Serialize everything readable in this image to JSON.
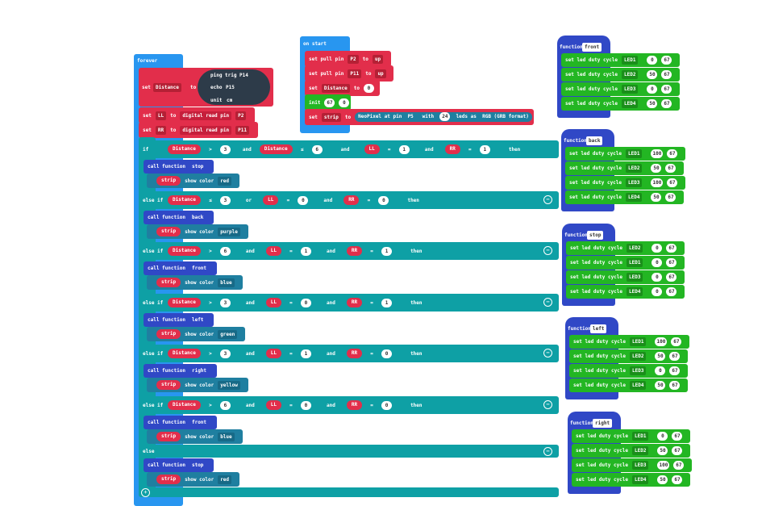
{
  "forever": {
    "label": "forever"
  },
  "on_start": {
    "label": "on start",
    "pull1": {
      "text": "set pull pin",
      "pin": "P2",
      "to": "to",
      "mode": "up"
    },
    "pull2": {
      "text": "set pull pin",
      "pin": "P11",
      "to": "to",
      "mode": "up"
    },
    "set_distance": {
      "text": "set",
      "var": "Distance",
      "to": "to",
      "val": "0"
    },
    "init": {
      "text": "init",
      "a": "67",
      "b": "0"
    },
    "set_strip": {
      "text": "set",
      "var": "strip",
      "to": "to",
      "neo": "NeoPixel at pin",
      "pin": "P5",
      "with": "with",
      "count": "24",
      "leds": "leds as",
      "mode": "RGB (GRB format)"
    }
  },
  "forever_body": {
    "set_dist": {
      "set": "set",
      "var": "Distance",
      "to": "to",
      "ping": "ping trig",
      "trig": "P14",
      "echo_l": "echo",
      "echo": "P15",
      "unit_l": "unit",
      "unit": "cm"
    },
    "set_ll": {
      "set": "set",
      "var": "LL",
      "to": "to",
      "read": "digital read pin",
      "pin": "P2"
    },
    "set_rr": {
      "set": "set",
      "var": "RR",
      "to": "to",
      "read": "digital read pin",
      "pin": "P11"
    }
  },
  "conditions": [
    {
      "kw": "if",
      "d": "Distance",
      "op1": ">",
      "v1": "3",
      "and1": "and",
      "d2": "Distance",
      "op2": "≤",
      "v2": "6",
      "and2": "and",
      "ll": "LL",
      "op3": "=",
      "v3": "1",
      "and3": "and",
      "rr": "RR",
      "op4": "=",
      "v4": "1",
      "then": "then",
      "call": "call function",
      "fn": "stop",
      "strip": "strip",
      "show": "show color",
      "color": "red"
    },
    {
      "kw": "else if",
      "d": "Distance",
      "op1": "≤",
      "v1": "3",
      "or": "or",
      "ll": "LL",
      "op2": "=",
      "v2": "0",
      "and": "and",
      "rr": "RR",
      "op3": "=",
      "v3": "0",
      "then": "then",
      "call": "call function",
      "fn": "back",
      "strip": "strip",
      "show": "show color",
      "color": "purple"
    },
    {
      "kw": "else if",
      "d": "Distance",
      "op1": ">",
      "v1": "6",
      "and1": "and",
      "ll": "LL",
      "op2": "=",
      "v2": "1",
      "and2": "and",
      "rr": "RR",
      "op3": "=",
      "v3": "1",
      "then": "then",
      "call": "call function",
      "fn": "front",
      "strip": "strip",
      "show": "show color",
      "color": "blue"
    },
    {
      "kw": "else if",
      "d": "Distance",
      "op1": ">",
      "v1": "3",
      "and1": "and",
      "ll": "LL",
      "op2": "=",
      "v2": "0",
      "and2": "and",
      "rr": "RR",
      "op3": "=",
      "v3": "1",
      "then": "then",
      "call": "call function",
      "fn": "left",
      "strip": "strip",
      "show": "show color",
      "color": "green"
    },
    {
      "kw": "else if",
      "d": "Distance",
      "op1": ">",
      "v1": "3",
      "and1": "and",
      "ll": "LL",
      "op2": "=",
      "v2": "1",
      "and2": "and",
      "rr": "RR",
      "op3": "=",
      "v3": "0",
      "then": "then",
      "call": "call function",
      "fn": "right",
      "strip": "strip",
      "show": "show color",
      "color": "yellow"
    },
    {
      "kw": "else if",
      "d": "Distance",
      "op1": ">",
      "v1": "6",
      "and1": "and",
      "ll": "LL",
      "op2": "=",
      "v2": "0",
      "and2": "and",
      "rr": "RR",
      "op3": "=",
      "v3": "0",
      "then": "then",
      "call": "call function",
      "fn": "front",
      "strip": "strip",
      "show": "show color",
      "color": "blue"
    },
    {
      "kw": "else",
      "call": "call function",
      "fn": "stop",
      "strip": "strip",
      "show": "show color",
      "color": "red"
    }
  ],
  "functions": [
    {
      "kw": "function",
      "name": "front",
      "rows": [
        {
          "t": "set led duty cycle",
          "led": "LED1",
          "a": "0",
          "b": "67"
        },
        {
          "t": "set led duty cycle",
          "led": "LED2",
          "a": "50",
          "b": "67"
        },
        {
          "t": "set led duty cycle",
          "led": "LED3",
          "a": "0",
          "b": "67"
        },
        {
          "t": "set led duty cycle",
          "led": "LED4",
          "a": "50",
          "b": "67"
        }
      ]
    },
    {
      "kw": "function",
      "name": "back",
      "rows": [
        {
          "t": "set led duty cycle",
          "led": "LED1",
          "a": "100",
          "b": "67"
        },
        {
          "t": "set led duty cycle",
          "led": "LED2",
          "a": "50",
          "b": "67"
        },
        {
          "t": "set led duty cycle",
          "led": "LED3",
          "a": "100",
          "b": "67"
        },
        {
          "t": "set led duty cycle",
          "led": "LED4",
          "a": "50",
          "b": "67"
        }
      ]
    },
    {
      "kw": "function",
      "name": "stop",
      "rows": [
        {
          "t": "set led duty cycle",
          "led": "LED2",
          "a": "0",
          "b": "67"
        },
        {
          "t": "set led duty cycle",
          "led": "LED1",
          "a": "0",
          "b": "67"
        },
        {
          "t": "set led duty cycle",
          "led": "LED3",
          "a": "0",
          "b": "67"
        },
        {
          "t": "set led duty cycle",
          "led": "LED4",
          "a": "0",
          "b": "67"
        }
      ]
    },
    {
      "kw": "function",
      "name": "left",
      "rows": [
        {
          "t": "set led duty cycle",
          "led": "LED1",
          "a": "100",
          "b": "67"
        },
        {
          "t": "set led duty cycle",
          "led": "LED2",
          "a": "50",
          "b": "67"
        },
        {
          "t": "set led duty cycle",
          "led": "LED3",
          "a": "0",
          "b": "67"
        },
        {
          "t": "set led duty cycle",
          "led": "LED4",
          "a": "50",
          "b": "67"
        }
      ]
    },
    {
      "kw": "function",
      "name": "right",
      "rows": [
        {
          "t": "set led duty cycle",
          "led": "LED1",
          "a": "0",
          "b": "67"
        },
        {
          "t": "set led duty cycle",
          "led": "LED2",
          "a": "50",
          "b": "67"
        },
        {
          "t": "set led duty cycle",
          "led": "LED3",
          "a": "100",
          "b": "67"
        },
        {
          "t": "set led duty cycle",
          "led": "LED4",
          "a": "50",
          "b": "67"
        }
      ]
    }
  ],
  "icons": {
    "minus": "−",
    "plus": "+"
  }
}
